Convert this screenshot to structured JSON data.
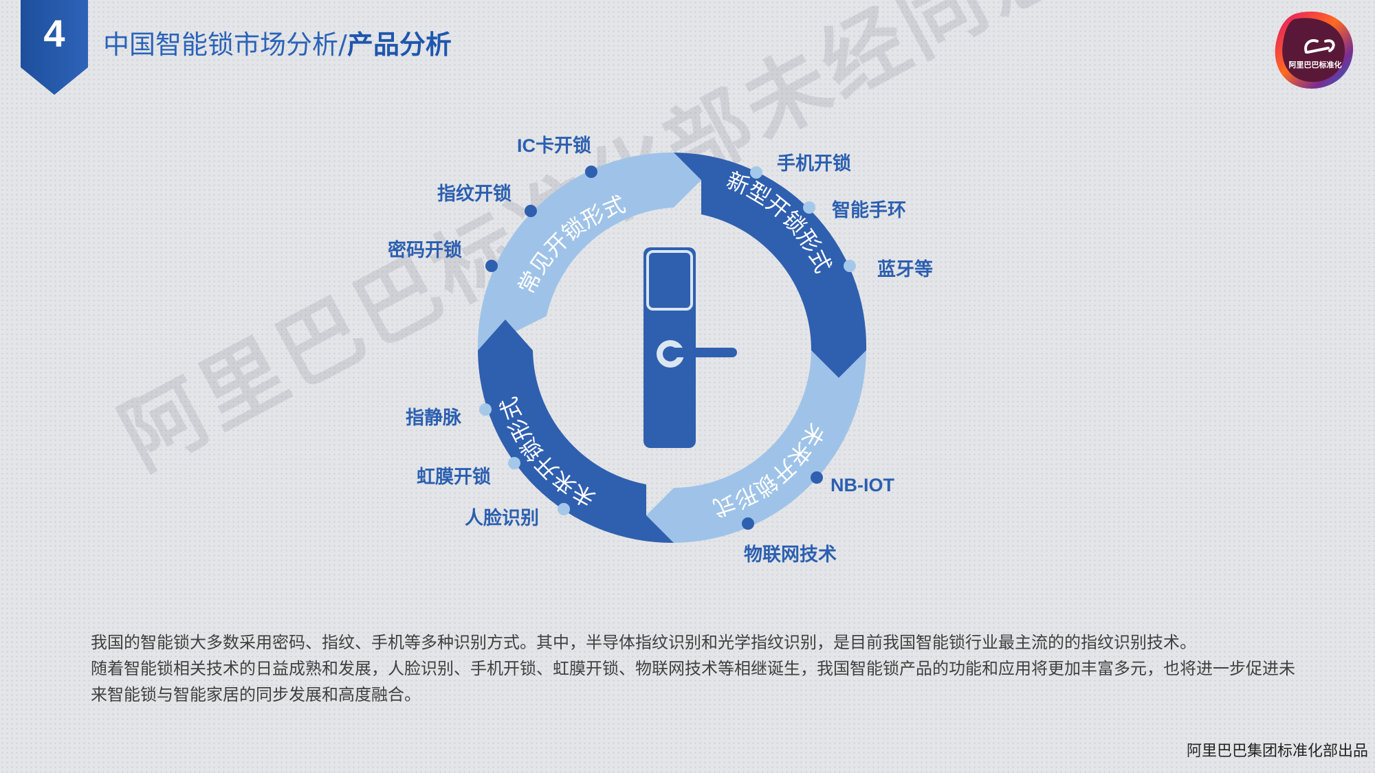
{
  "header": {
    "section_number": "4",
    "title_main": "中国智能锁市场分析/",
    "title_sub": "产品分析"
  },
  "logo": {
    "icon": "alibaba-standardization-logo-icon",
    "text": "阿里巴巴标准化"
  },
  "watermark": "阿里巴巴标准化部未经同意禁止转发",
  "diagram": {
    "center_icon": "door-lock-icon",
    "segments": [
      {
        "label": "常见开锁形式",
        "color": "#9fc3e8"
      },
      {
        "label": "新型开锁形式",
        "color": "#2f5faf"
      },
      {
        "label": "未来开锁形式",
        "color": "#9fc3e8"
      },
      {
        "label": "未来开锁形式",
        "color": "#2f5faf"
      }
    ],
    "callouts": {
      "ic_card": "IC卡开锁",
      "fingerprint": "指纹开锁",
      "password": "密码开锁",
      "phone": "手机开锁",
      "smart_band": "智能手环",
      "bluetooth": "蓝牙等",
      "nb_iot": "NB-IOT",
      "iot_tech": "物联网技术",
      "finger_vein": "指静脉",
      "iris": "虹膜开锁",
      "face": "人脸识别"
    }
  },
  "body": {
    "line1": "我国的智能锁大多数采用密码、指纹、手机等多种识别方式。其中，半导体指纹识别和光学指纹识别，是目前我国智能锁行业最主流的的指纹识别技术。",
    "line2": "随着智能锁相关技术的日益成熟和发展，人脸识别、手机开锁、虹膜开锁、物联网技术等相继诞生，我国智能锁产品的功能和应用将更加丰富多元，也将进一步促进未来智能锁与智能家居的同步发展和高度融合。"
  },
  "footer": "阿里巴巴集团标准化部出品"
}
